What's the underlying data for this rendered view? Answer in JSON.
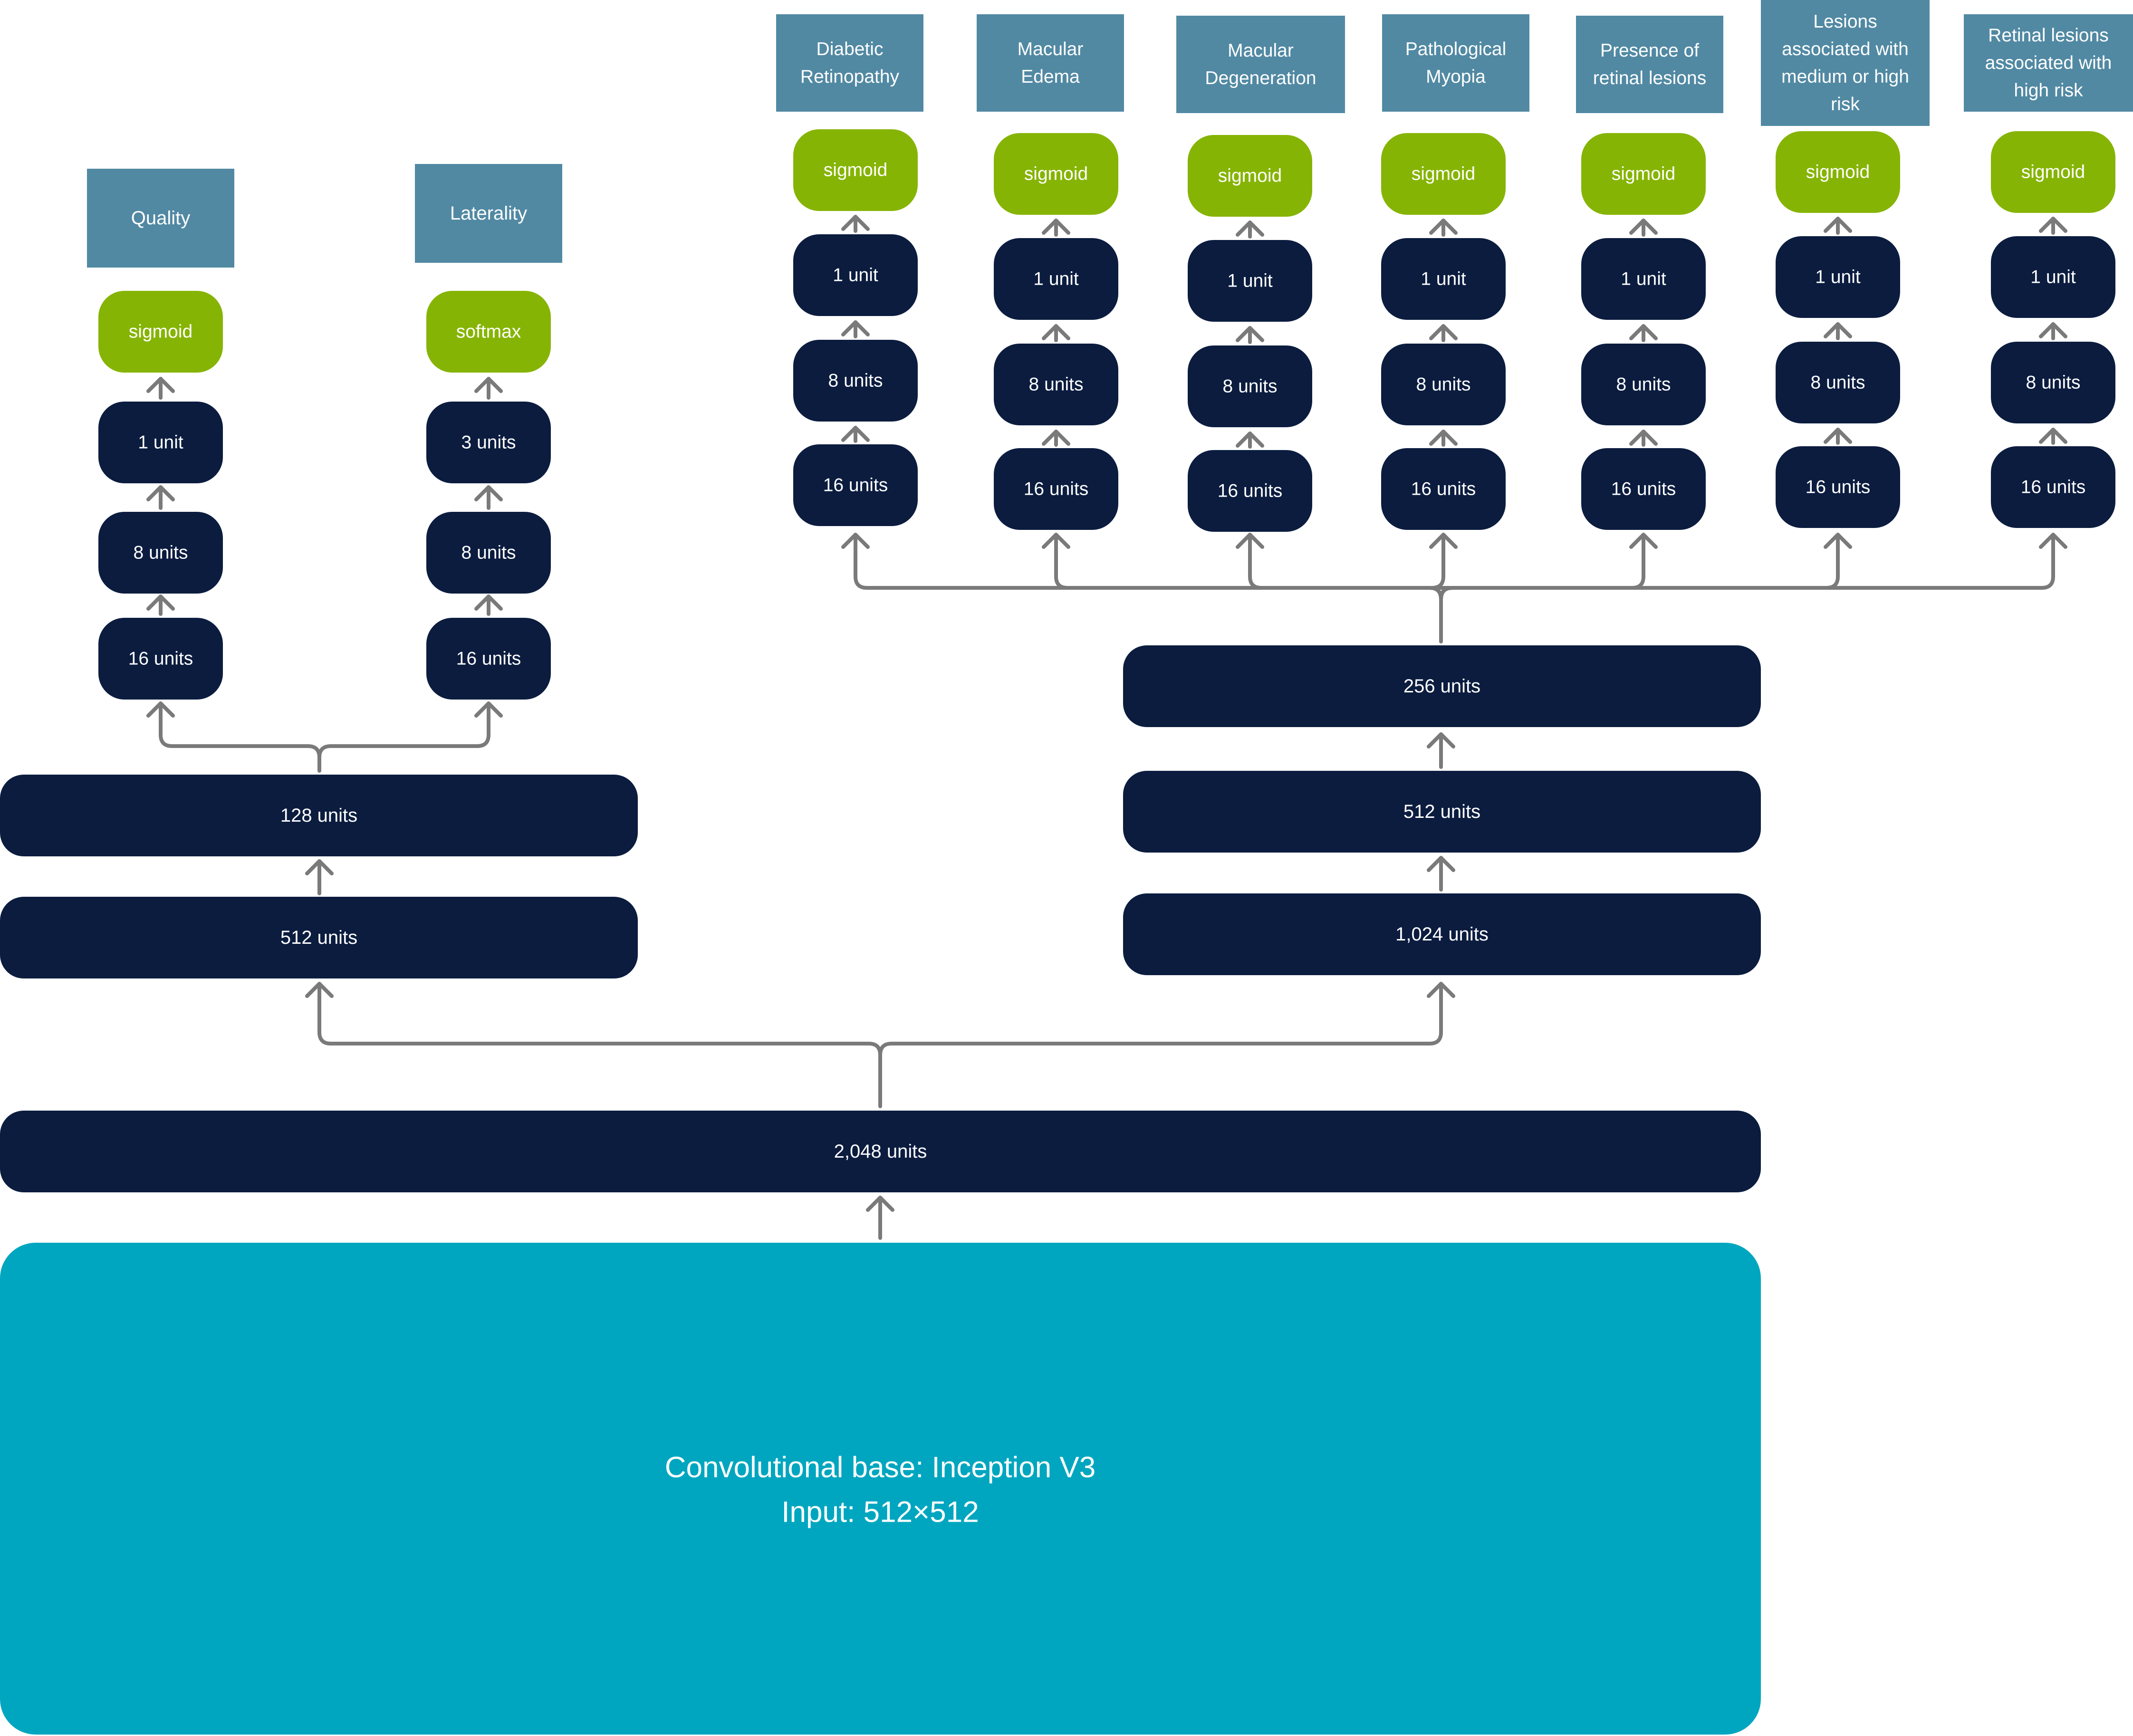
{
  "colors": {
    "layer": "#0b1c3f",
    "activation": "#86b404",
    "output": "#5189a3",
    "base": "#00a6bf",
    "connector": "#7a7a7a",
    "text": "#ffffff"
  },
  "base": {
    "line1": "Convolutional base: Inception V3",
    "line2": "Input: 512×512"
  },
  "trunk": {
    "label": "2,048 units"
  },
  "left_branch": {
    "layers": [
      "512 units",
      "128 units"
    ],
    "heads": [
      {
        "output": "Quality",
        "activation": "sigmoid",
        "layers": [
          "16 units",
          "8 units",
          "1 unit"
        ]
      },
      {
        "output": "Laterality",
        "activation": "softmax",
        "layers": [
          "16 units",
          "8 units",
          "3 units"
        ]
      }
    ]
  },
  "right_branch": {
    "layers": [
      "1,024 units",
      "512 units",
      "256 units"
    ],
    "heads": [
      {
        "output": [
          "Diabetic",
          "Retinopathy"
        ],
        "activation": "sigmoid",
        "layers": [
          "16 units",
          "8 units",
          "1 unit"
        ]
      },
      {
        "output": [
          "Macular",
          "Edema"
        ],
        "activation": "sigmoid",
        "layers": [
          "16 units",
          "8 units",
          "1 unit"
        ]
      },
      {
        "output": [
          "Macular",
          "Degeneration"
        ],
        "activation": "sigmoid",
        "layers": [
          "16 units",
          "8 units",
          "1 unit"
        ]
      },
      {
        "output": [
          "Pathological",
          "Myopia"
        ],
        "activation": "sigmoid",
        "layers": [
          "16 units",
          "8 units",
          "1 unit"
        ]
      },
      {
        "output": [
          "Presence of",
          "retinal lesions"
        ],
        "activation": "sigmoid",
        "layers": [
          "16 units",
          "8 units",
          "1 unit"
        ]
      },
      {
        "output": [
          "Lesions",
          "associated with",
          "medium or high",
          "risk"
        ],
        "activation": "sigmoid",
        "layers": [
          "16 units",
          "8 units",
          "1 unit"
        ]
      },
      {
        "output": [
          "Retinal lesions",
          "associated with",
          "high risk"
        ],
        "activation": "sigmoid",
        "layers": [
          "16 units",
          "8 units",
          "1 unit"
        ]
      }
    ]
  }
}
